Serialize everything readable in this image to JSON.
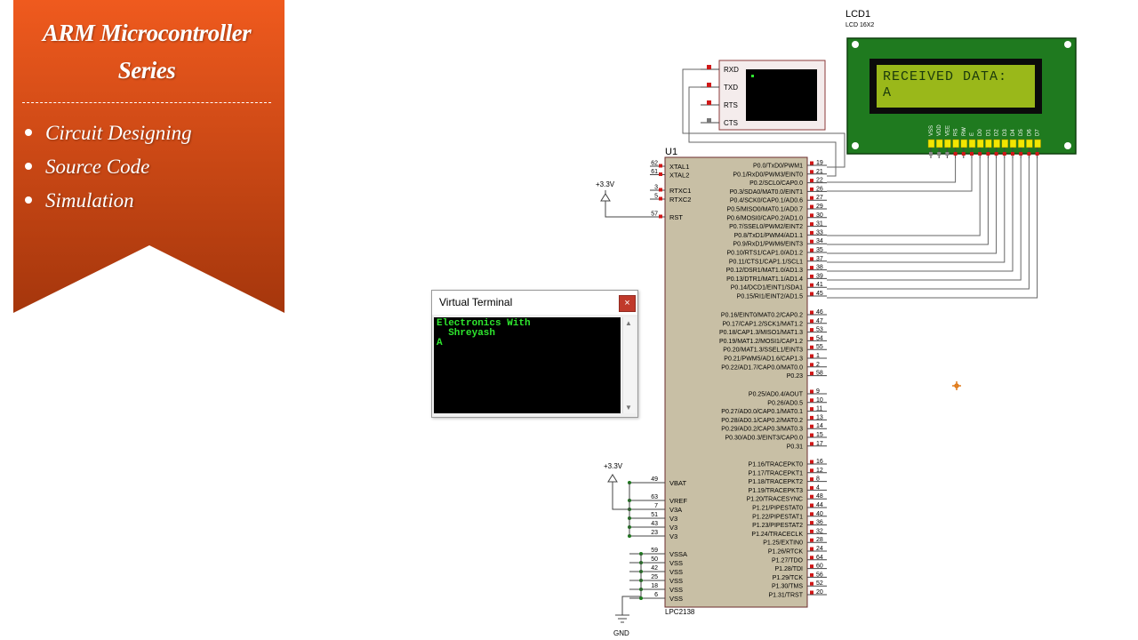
{
  "banner": {
    "title_line1": "ARM Microcontroller",
    "title_line2": "Series",
    "items": [
      "Circuit Designing",
      "Source Code",
      "Simulation"
    ],
    "color_top": "#e8541c",
    "color_bottom": "#a8380d"
  },
  "virtual_terminal": {
    "title": "Virtual Terminal",
    "close_label": "×",
    "lines": [
      "Electronics With",
      "  Shreyash",
      "",
      "A"
    ]
  },
  "mini_terminal": {
    "pins": [
      "RXD",
      "TXD",
      "RTS",
      "CTS"
    ]
  },
  "lcd": {
    "ref": "LCD1",
    "model": "LCD 16X2",
    "line1": "RECEIVED DATA:",
    "line2": "A",
    "pins": [
      "VSS",
      "VDD",
      "VEE",
      "RS",
      "RW",
      "E",
      "D0",
      "D1",
      "D2",
      "D3",
      "D4",
      "D5",
      "D6",
      "D7"
    ],
    "backlight_color": "#9ab81a",
    "pcb_color": "#1f7a1f"
  },
  "mcu": {
    "ref": "U1",
    "part": "LPC2138",
    "left_pins": [
      {
        "num": "62",
        "name": "XTAL1"
      },
      {
        "num": "61",
        "name": "XTAL2"
      },
      {
        "num": "3",
        "name": "RTXC1"
      },
      {
        "num": "5",
        "name": "RTXC2"
      },
      {
        "num": "57",
        "name": "RST"
      }
    ],
    "power_pins": [
      {
        "num": "49",
        "name": "VBAT"
      },
      {
        "num": "63",
        "name": "VREF"
      },
      {
        "num": "7",
        "name": "V3A"
      },
      {
        "num": "51",
        "name": "V3"
      },
      {
        "num": "43",
        "name": "V3"
      },
      {
        "num": "23",
        "name": "V3"
      }
    ],
    "ground_pins": [
      {
        "num": "59",
        "name": "VSSA"
      },
      {
        "num": "50",
        "name": "VSS"
      },
      {
        "num": "42",
        "name": "VSS"
      },
      {
        "num": "25",
        "name": "VSS"
      },
      {
        "num": "18",
        "name": "VSS"
      },
      {
        "num": "6",
        "name": "VSS"
      }
    ],
    "right_pins_group1": [
      {
        "name": "P0.0/TxD0/PWM1",
        "num": "19"
      },
      {
        "name": "P0.1/RxD0/PWM3/EINT0",
        "num": "21"
      },
      {
        "name": "P0.2/SCL0/CAP0.0",
        "num": "22"
      },
      {
        "name": "P0.3/SDA0/MAT0.0/EINT1",
        "num": "26"
      },
      {
        "name": "P0.4/SCK0/CAP0.1/AD0.6",
        "num": "27"
      },
      {
        "name": "P0.5/MISO0/MAT0.1/AD0.7",
        "num": "29"
      },
      {
        "name": "P0.6/MOSI0/CAP0.2/AD1.0",
        "num": "30"
      },
      {
        "name": "P0.7/SSEL0/PWM2/EINT2",
        "num": "31"
      },
      {
        "name": "P0.8/TxD1/PWM4/AD1.1",
        "num": "33"
      },
      {
        "name": "P0.9/RxD1/PWM6/EINT3",
        "num": "34"
      },
      {
        "name": "P0.10/RTS1/CAP1.0/AD1.2",
        "num": "35"
      },
      {
        "name": "P0.11/CTS1/CAP1.1/SCL1",
        "num": "37"
      },
      {
        "name": "P0.12/DSR1/MAT1.0/AD1.3",
        "num": "38"
      },
      {
        "name": "P0.13/DTR1/MAT1.1/AD1.4",
        "num": "39"
      },
      {
        "name": "P0.14/DCD1/EINT1/SDA1",
        "num": "41"
      },
      {
        "name": "P0.15/RI1/EINT2/AD1.5",
        "num": "45"
      }
    ],
    "right_pins_group2": [
      {
        "name": "P0.16/EINT0/MAT0.2/CAP0.2",
        "num": "46"
      },
      {
        "name": "P0.17/CAP1.2/SCK1/MAT1.2",
        "num": "47"
      },
      {
        "name": "P0.18/CAP1.3/MISO1/MAT1.3",
        "num": "53"
      },
      {
        "name": "P0.19/MAT1.2/MOSI1/CAP1.2",
        "num": "54"
      },
      {
        "name": "P0.20/MAT1.3/SSEL1/EINT3",
        "num": "55"
      },
      {
        "name": "P0.21/PWM5/AD1.6/CAP1.3",
        "num": "1"
      },
      {
        "name": "P0.22/AD1.7/CAP0.0/MAT0.0",
        "num": "2"
      },
      {
        "name": "P0.23",
        "num": "58"
      }
    ],
    "right_pins_group3": [
      {
        "name": "P0.25/AD0.4/AOUT",
        "num": "9"
      },
      {
        "name": "P0.26/AD0.5",
        "num": "10"
      },
      {
        "name": "P0.27/AD0.0/CAP0.1/MAT0.1",
        "num": "11"
      },
      {
        "name": "P0.28/AD0.1/CAP0.2/MAT0.2",
        "num": "13"
      },
      {
        "name": "P0.29/AD0.2/CAP0.3/MAT0.3",
        "num": "14"
      },
      {
        "name": "P0.30/AD0.3/EINT3/CAP0.0",
        "num": "15"
      },
      {
        "name": "P0.31",
        "num": "17"
      }
    ],
    "right_pins_group4": [
      {
        "name": "P1.16/TRACEPKT0",
        "num": "16"
      },
      {
        "name": "P1.17/TRACEPKT1",
        "num": "12"
      },
      {
        "name": "P1.18/TRACEPKT2",
        "num": "8"
      },
      {
        "name": "P1.19/TRACEPKT3",
        "num": "4"
      },
      {
        "name": "P1.20/TRACESYNC",
        "num": "48"
      },
      {
        "name": "P1.21/PIPESTAT0",
        "num": "44"
      },
      {
        "name": "P1.22/PIPESTAT1",
        "num": "40"
      },
      {
        "name": "P1.23/PIPESTAT2",
        "num": "36"
      },
      {
        "name": "P1.24/TRACECLK",
        "num": "32"
      },
      {
        "name": "P1.25/EXTIN0",
        "num": "28"
      },
      {
        "name": "P1.26/RTCK",
        "num": "24"
      },
      {
        "name": "P1.27/TDO",
        "num": "64"
      },
      {
        "name": "P1.28/TDI",
        "num": "60"
      },
      {
        "name": "P1.29/TCK",
        "num": "56"
      },
      {
        "name": "P1.30/TMS",
        "num": "52"
      },
      {
        "name": "P1.31/TRST",
        "num": "20"
      }
    ]
  },
  "labels": {
    "vcc_top": "+3.3V",
    "vcc_bottom": "+3.3V",
    "gnd": "GND"
  }
}
